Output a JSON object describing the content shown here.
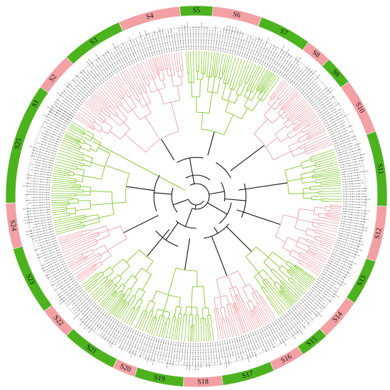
{
  "colors": {
    "green": "#4cb31f",
    "pink": "#f2a0a4",
    "tree_green": "#8ccc3c",
    "tree_pink": "#f0a8ac",
    "tree_black": "#111111",
    "leaf_text": "#555555"
  },
  "subgroups": [
    {
      "label": "S1",
      "color": "green"
    },
    {
      "label": "S2",
      "color": "pink"
    },
    {
      "label": "S3",
      "color": "green"
    },
    {
      "label": "S4",
      "color": "pink"
    },
    {
      "label": "S5",
      "color": "green"
    },
    {
      "label": "S6",
      "color": "pink"
    },
    {
      "label": "S7",
      "color": "green"
    },
    {
      "label": "S8",
      "color": "pink"
    },
    {
      "label": "S9",
      "color": "green"
    },
    {
      "label": "S10",
      "color": "pink"
    },
    {
      "label": "S11",
      "color": "green"
    },
    {
      "label": "S12",
      "color": "pink"
    },
    {
      "label": "S13",
      "color": "green"
    },
    {
      "label": "S14",
      "color": "pink"
    },
    {
      "label": "S15",
      "color": "green"
    },
    {
      "label": "S16",
      "color": "pink"
    },
    {
      "label": "S17",
      "color": "green"
    },
    {
      "label": "S18",
      "color": "pink"
    },
    {
      "label": "S19",
      "color": "green"
    },
    {
      "label": "S20",
      "color": "pink"
    },
    {
      "label": "S21",
      "color": "green"
    },
    {
      "label": "S22",
      "color": "pink"
    },
    {
      "label": "S23",
      "color": "green"
    },
    {
      "label": "S24",
      "color": "pink"
    },
    {
      "label": "S25",
      "color": "green"
    }
  ]
}
